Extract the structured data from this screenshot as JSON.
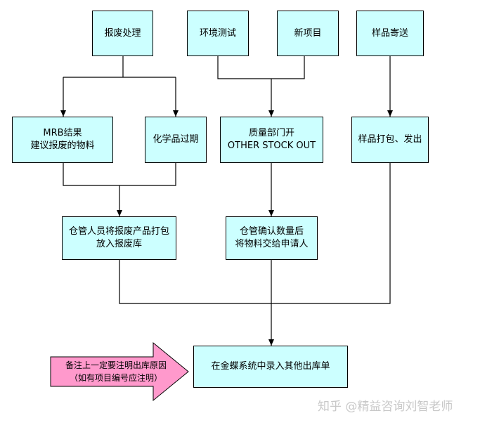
{
  "boxes": {
    "scrap_processing": "报废处理",
    "env_test": "环境测试",
    "new_project": "新项目",
    "sample_send": "样品寄送",
    "mrb_line1": "MRB结果",
    "mrb_line2": "建议报废的物料",
    "chemical_expired": "化学品过期",
    "quality_line1": "质量部门开",
    "quality_line2": "OTHER STOCK OUT",
    "sample_pack": "样品打包、发出",
    "warehouse_scrap_line1": "仓管人员将报废产品打包",
    "warehouse_scrap_line2": "放入报废库",
    "warehouse_confirm_line1": "仓管确认数量后",
    "warehouse_confirm_line2": "将物料交给申请人",
    "kingdee_entry": "在金蝶系统中录入其他出库单"
  },
  "note": {
    "line1": "备注上一定要注明出库原因",
    "line2": "（如有项目编号应注明）"
  },
  "watermark": "知乎 @精益咨询刘智老师",
  "colors": {
    "box_fill": "#ccffff",
    "note_arrow_fill": "#ff99cc",
    "line": "#000000"
  }
}
